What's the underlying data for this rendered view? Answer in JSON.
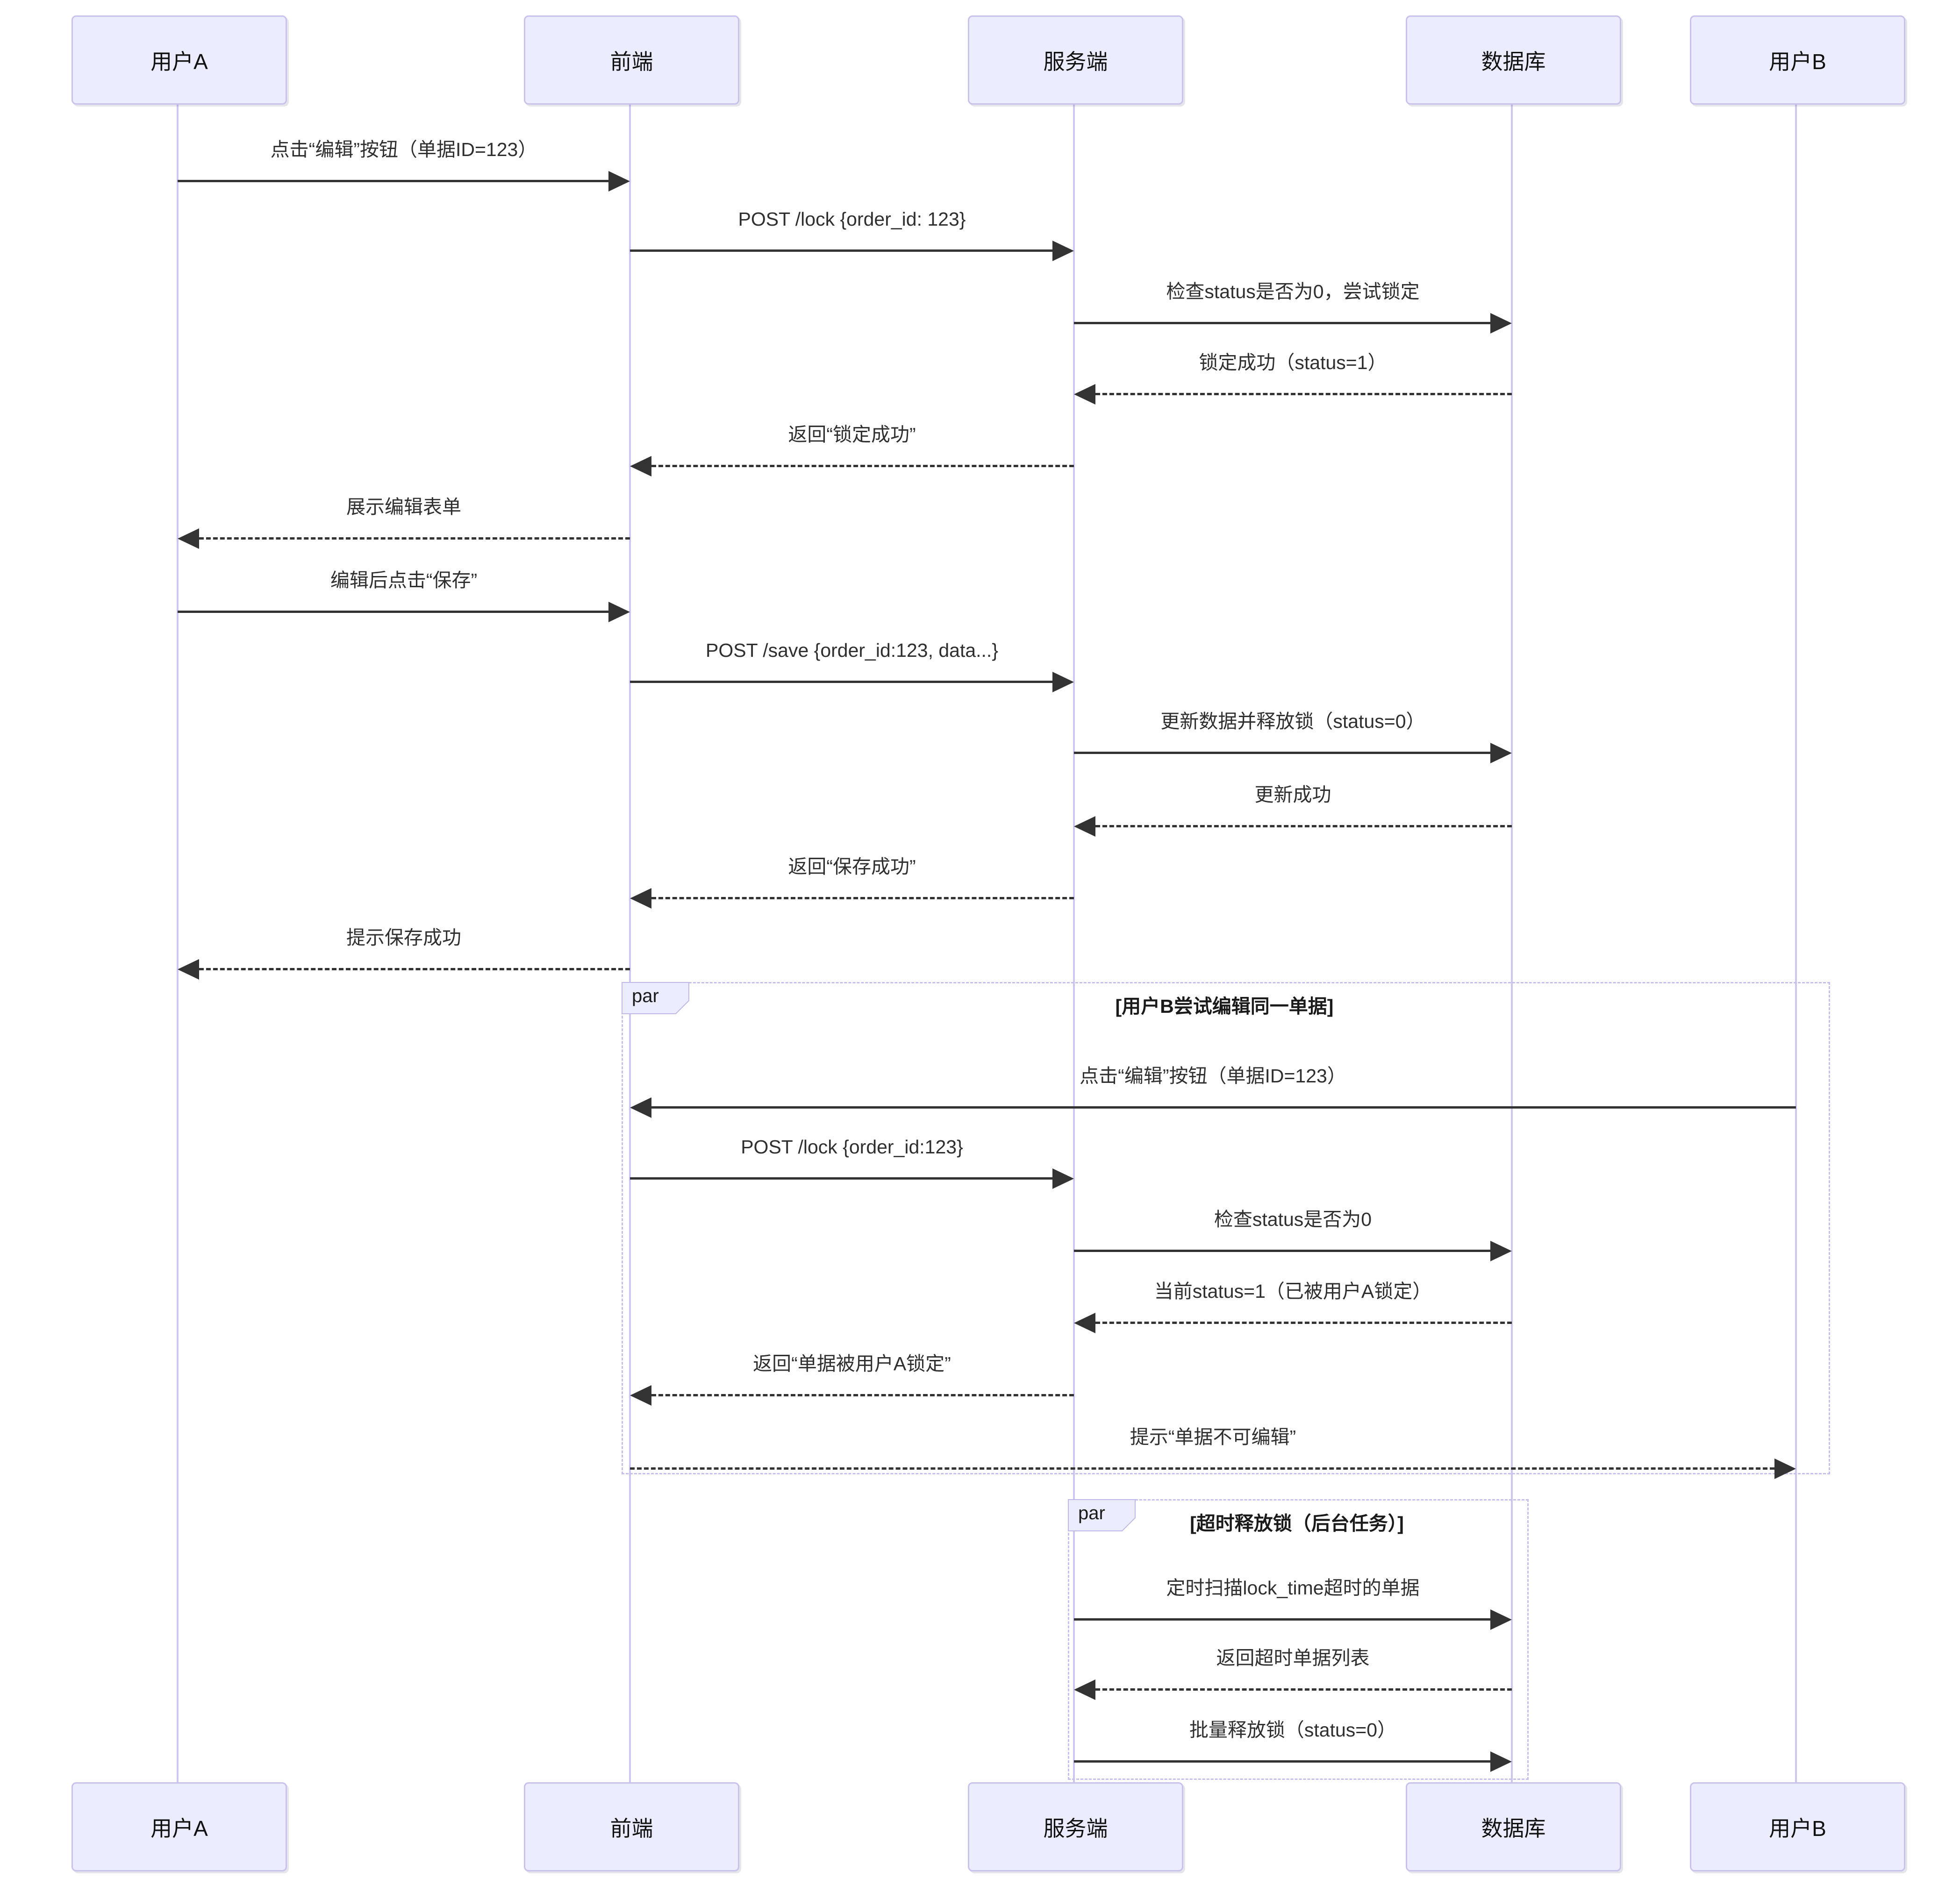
{
  "diagram": {
    "type": "sequence",
    "colors": {
      "actor_fill": "#ECECFF",
      "actor_border": "#c9c2ec",
      "lifeline": "#cdc6f0",
      "arrow": "#333333",
      "par_border": "#c7c0ee",
      "background": "#ffffff"
    },
    "actors": [
      {
        "name": "用户A"
      },
      {
        "name": "前端"
      },
      {
        "name": "服务端"
      },
      {
        "name": "数据库"
      },
      {
        "name": "用户B"
      }
    ],
    "messages": [
      {
        "text": "点击“编辑”按钮（单据ID=123）",
        "from": "用户A",
        "to": "前端",
        "line": "solid"
      },
      {
        "text": "POST /lock {order_id: 123}",
        "from": "前端",
        "to": "服务端",
        "line": "solid"
      },
      {
        "text": "检查status是否为0，尝试锁定",
        "from": "服务端",
        "to": "数据库",
        "line": "solid"
      },
      {
        "text": "锁定成功（status=1）",
        "from": "数据库",
        "to": "服务端",
        "line": "dashed"
      },
      {
        "text": "返回“锁定成功”",
        "from": "服务端",
        "to": "前端",
        "line": "dashed"
      },
      {
        "text": "展示编辑表单",
        "from": "前端",
        "to": "用户A",
        "line": "dashed"
      },
      {
        "text": "编辑后点击“保存”",
        "from": "用户A",
        "to": "前端",
        "line": "solid"
      },
      {
        "text": "POST /save {order_id:123, data...}",
        "from": "前端",
        "to": "服务端",
        "line": "solid"
      },
      {
        "text": "更新数据并释放锁（status=0）",
        "from": "服务端",
        "to": "数据库",
        "line": "solid"
      },
      {
        "text": "更新成功",
        "from": "数据库",
        "to": "服务端",
        "line": "dashed"
      },
      {
        "text": "返回“保存成功”",
        "from": "服务端",
        "to": "前端",
        "line": "dashed"
      },
      {
        "text": "提示保存成功",
        "from": "前端",
        "to": "用户A",
        "line": "dashed"
      },
      {
        "text": "点击“编辑”按钮（单据ID=123）",
        "from": "用户B",
        "to": "前端",
        "line": "solid"
      },
      {
        "text": "POST /lock {order_id:123}",
        "from": "前端",
        "to": "服务端",
        "line": "solid"
      },
      {
        "text": "检查status是否为0",
        "from": "服务端",
        "to": "数据库",
        "line": "solid"
      },
      {
        "text": "当前status=1（已被用户A锁定）",
        "from": "数据库",
        "to": "服务端",
        "line": "dashed"
      },
      {
        "text": "返回“单据被用户A锁定”",
        "from": "服务端",
        "to": "前端",
        "line": "dashed"
      },
      {
        "text": "提示“单据不可编辑”",
        "from": "前端",
        "to": "用户B",
        "line": "dashed"
      },
      {
        "text": "定时扫描lock_time超时的单据",
        "from": "服务端",
        "to": "数据库",
        "line": "solid"
      },
      {
        "text": "返回超时单据列表",
        "from": "数据库",
        "to": "服务端",
        "line": "dashed"
      },
      {
        "text": "批量释放锁（status=0）",
        "from": "服务端",
        "to": "数据库",
        "line": "solid"
      }
    ],
    "par_blocks": [
      {
        "label": "par",
        "condition": "[用户B尝试编辑同一单据]"
      },
      {
        "label": "par",
        "condition": "[超时释放锁（后台任务）]"
      }
    ]
  }
}
